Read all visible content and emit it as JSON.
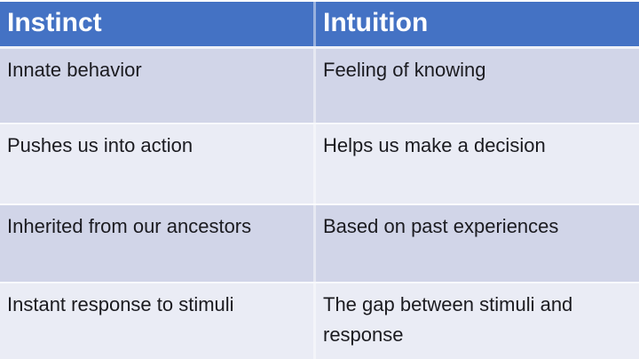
{
  "table": {
    "headers": [
      "Instinct",
      "Intuition"
    ],
    "rows": [
      [
        "Innate behavior",
        "Feeling of knowing"
      ],
      [
        "Pushes us into action",
        "Helps us make a decision"
      ],
      [
        "Inherited from our ancestors",
        "Based on past experiences"
      ],
      [
        "Instant response to stimuli",
        "The gap between stimuli and response"
      ]
    ]
  },
  "colors": {
    "header_bg": "#4472C4",
    "header_text": "#FFFFFF",
    "band_dark": "#D1D5E8",
    "band_light": "#EAECF5",
    "body_text": "#1B1B20",
    "divider": "#F2F4F9"
  }
}
